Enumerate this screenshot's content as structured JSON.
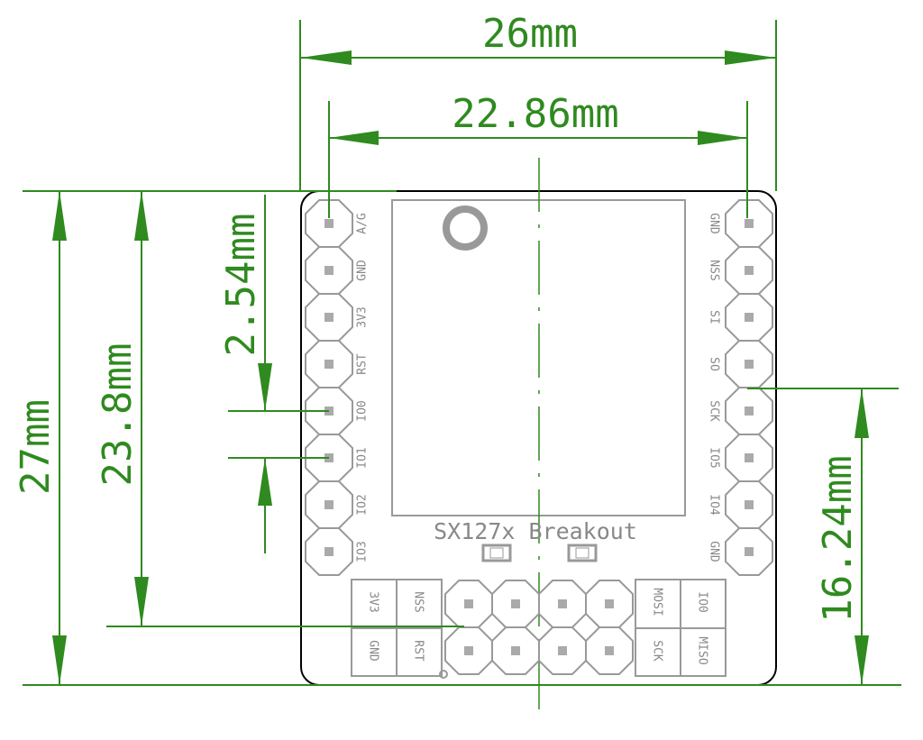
{
  "colors": {
    "dimension": "#2f8a1f",
    "silkscreen": "#999999",
    "outline": "#000000"
  },
  "dimensions": {
    "width_total": "26mm",
    "width_pins": "22.86mm",
    "height_total": "27mm",
    "height_pins": "23.8mm",
    "pitch": "2.54mm",
    "right_offset": "16.24mm"
  },
  "board": {
    "title": "SX127x Breakout"
  },
  "left_header": [
    "A/G",
    "GND",
    "3V3",
    "RST",
    "IO0",
    "IO1",
    "IO2",
    "IO3"
  ],
  "right_header": [
    "GND",
    "NSS",
    "SI",
    "SO",
    "SCK",
    "IO5",
    "IO4",
    "GND"
  ],
  "bottom_left_labels": {
    "top": [
      "3V3",
      "NSS"
    ],
    "bottom": [
      "GND",
      "RST"
    ]
  },
  "bottom_right_labels": {
    "top": [
      "MOSI",
      "IO0"
    ],
    "bottom": [
      "SCK",
      "MISO"
    ]
  }
}
